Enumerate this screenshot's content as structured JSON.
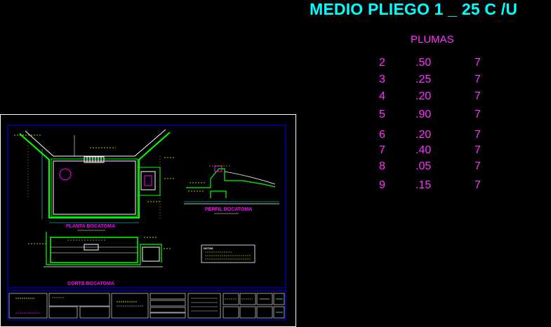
{
  "title": "MEDIO PLIEGO 1 _ 25 C /U",
  "plumas": {
    "header": "PLUMAS",
    "rows": [
      {
        "num": "2",
        "width": ".50",
        "color": "7"
      },
      {
        "num": "3",
        "width": ".25",
        "color": "7"
      },
      {
        "num": "4",
        "width": ".20",
        "color": "7"
      },
      {
        "num": "5",
        "width": ".90",
        "color": "7"
      },
      {
        "num": "6",
        "width": ".20",
        "color": "7"
      },
      {
        "num": "7",
        "width": ".40",
        "color": "7"
      },
      {
        "num": "8",
        "width": ".05",
        "color": "7"
      },
      {
        "num": "9",
        "width": ".15",
        "color": "7"
      }
    ]
  },
  "drawing": {
    "labels": {
      "planta": "PLANTA BOCATOMA",
      "perfil": "PERFIL BOCATOMA",
      "corte": "CORTE BOCATOMA",
      "notas": "NOTAS"
    },
    "colors": {
      "frame": "#0000ff",
      "outline": "#ffffff",
      "structure": "#00ff00",
      "accent": "#ff00ff",
      "text": "#ffff00",
      "dim": "#00ffff"
    }
  }
}
